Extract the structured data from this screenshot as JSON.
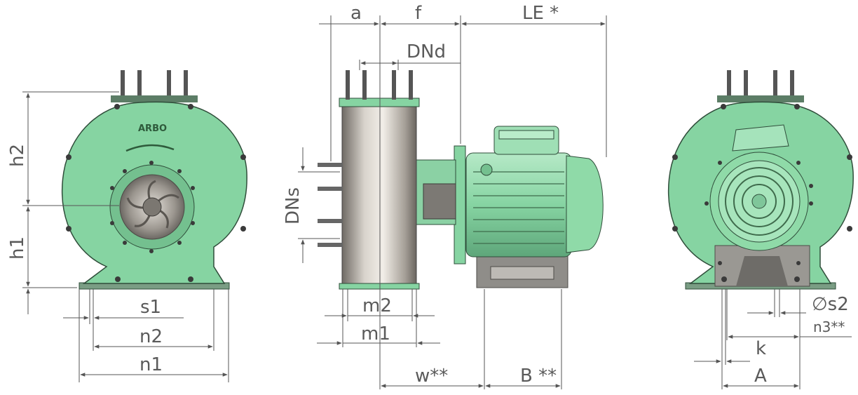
{
  "brand_logo": "ARBO",
  "colors": {
    "pump_body": "#86d4a2",
    "impeller": "#a8a39c",
    "base_plate": "#8c8a86",
    "dimension_line": "#555555"
  },
  "left_view": {
    "labels": {
      "h2": "h2",
      "h1": "h1",
      "s1": "s1",
      "n2": "n2",
      "n1": "n1"
    }
  },
  "side_view": {
    "labels": {
      "a": "a",
      "f": "f",
      "le": "LE *",
      "dnd": "DNd",
      "dns": "DNs",
      "m2": "m2",
      "m1": "m1",
      "w": "w**",
      "b": "B **"
    }
  },
  "right_view": {
    "labels": {
      "s2": "∅s2",
      "n3": "n3**",
      "k": "k",
      "a_cap": "A"
    }
  }
}
